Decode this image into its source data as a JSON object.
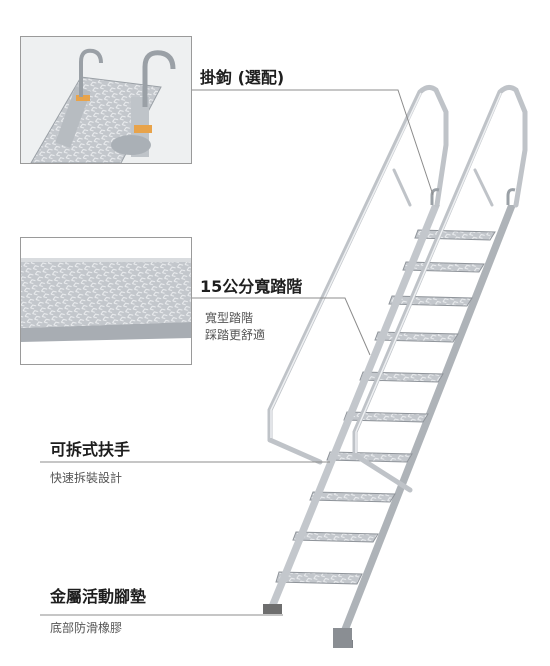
{
  "features": {
    "hook": {
      "title": "掛鉤 (選配)"
    },
    "tread": {
      "title": "15公分寬踏階",
      "desc": [
        "寬型踏階",
        "踩踏更舒適"
      ]
    },
    "handrail": {
      "title": "可拆式扶手",
      "desc": [
        "快速拆裝設計"
      ]
    },
    "footpad": {
      "title": "金屬活動腳墊",
      "desc": [
        "底部防滑橡膠"
      ]
    }
  },
  "colors": {
    "aluminum": "#c9ccd0",
    "aluminum_dark": "#8f949a",
    "rubber": "#6e6e6e",
    "orange_cap": "#e8a34a",
    "leader_line": "#8c8c8c"
  }
}
